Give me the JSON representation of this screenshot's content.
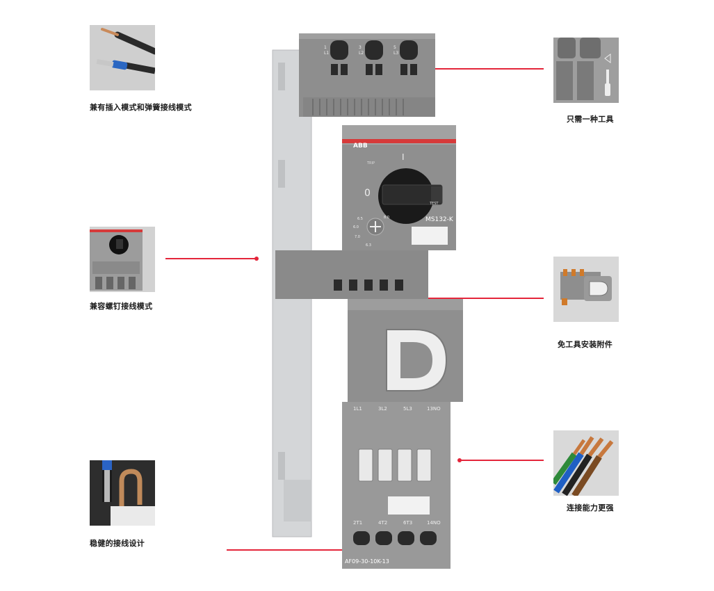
{
  "features": {
    "push_in": {
      "caption": "兼有插入模式和弹簧接线模式"
    },
    "one_tool": {
      "caption": "只需一种工具"
    },
    "screw_compatible": {
      "caption": "兼容螺钉接线模式"
    },
    "tool_free_accessory": {
      "caption": "免工具安装附件"
    },
    "stronger_connection": {
      "caption": "连接能力更强"
    },
    "robust_wiring": {
      "caption": "稳健的接线设计"
    }
  },
  "product": {
    "brand": "ABB",
    "model": "MS132-K",
    "trip_label": "TRIP",
    "test_label": "TEST",
    "off_symbol": "0",
    "on_symbol": "I",
    "dial_values": [
      "6.5",
      "6.0",
      "7.0",
      "8.0",
      "6.3"
    ],
    "top_terminals": [
      "1\nL1",
      "3\nL2",
      "5\nL3"
    ],
    "contactor_top_labels": [
      "1L1",
      "3L2",
      "5L3",
      "13NO"
    ],
    "contactor_bottom_labels": [
      "2T1",
      "4T2",
      "6T3",
      "14NO"
    ],
    "contactor_model": "AF09-30-10K-13"
  },
  "colors": {
    "accent_red": "#e4253a",
    "device_gray": "#9a9a9a",
    "rail_gray": "#d4d6d8"
  }
}
